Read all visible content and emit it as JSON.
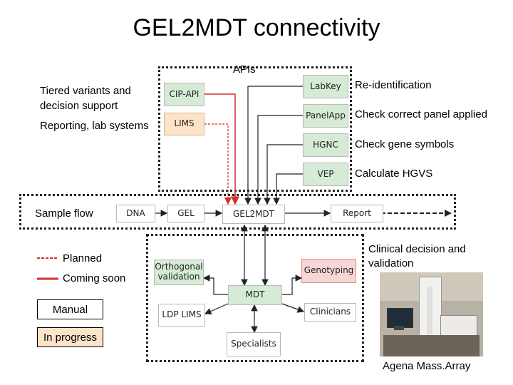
{
  "title": "GEL2MDT connectivity",
  "apis_label": "APIs",
  "left_labels": {
    "tiered": "Tiered variants and decision support",
    "reporting": "Reporting, lab systems",
    "sample_flow": "Sample flow"
  },
  "api_boxes": {
    "cip_api": "CIP-API",
    "lims": "LIMS",
    "labkey": "LabKey",
    "panelapp": "PanelApp",
    "hgnc": "HGNC",
    "vep": "VEP"
  },
  "api_descriptions": {
    "labkey": "Re-identification",
    "panelapp": "Check correct panel applied",
    "hgnc": "Check gene symbols",
    "vep": "Calculate HGVS"
  },
  "flow_boxes": {
    "dna": "DNA",
    "gel": "GEL",
    "gel2mdt": "GEL2MDT",
    "report": "Report"
  },
  "mdt_boxes": {
    "orthogonal": "Orthogonal validation",
    "genotyping": "Genotyping",
    "mdt": "MDT",
    "ldp_lims": "LDP LIMS",
    "clinicians": "Clinicians",
    "specialists": "Specialists"
  },
  "right_labels": {
    "clinical": "Clinical decision and validation",
    "agena": "Agena Mass.Array"
  },
  "legend": {
    "planned": "Planned",
    "coming_soon": "Coming soon",
    "manual": "Manual",
    "in_progress": "In progress"
  },
  "colors": {
    "green_box": "#d6ebd5",
    "orange_box": "#fde3c8",
    "red_box": "#f7d6d6",
    "red_line": "#d32f2f",
    "frame": "#222222"
  }
}
